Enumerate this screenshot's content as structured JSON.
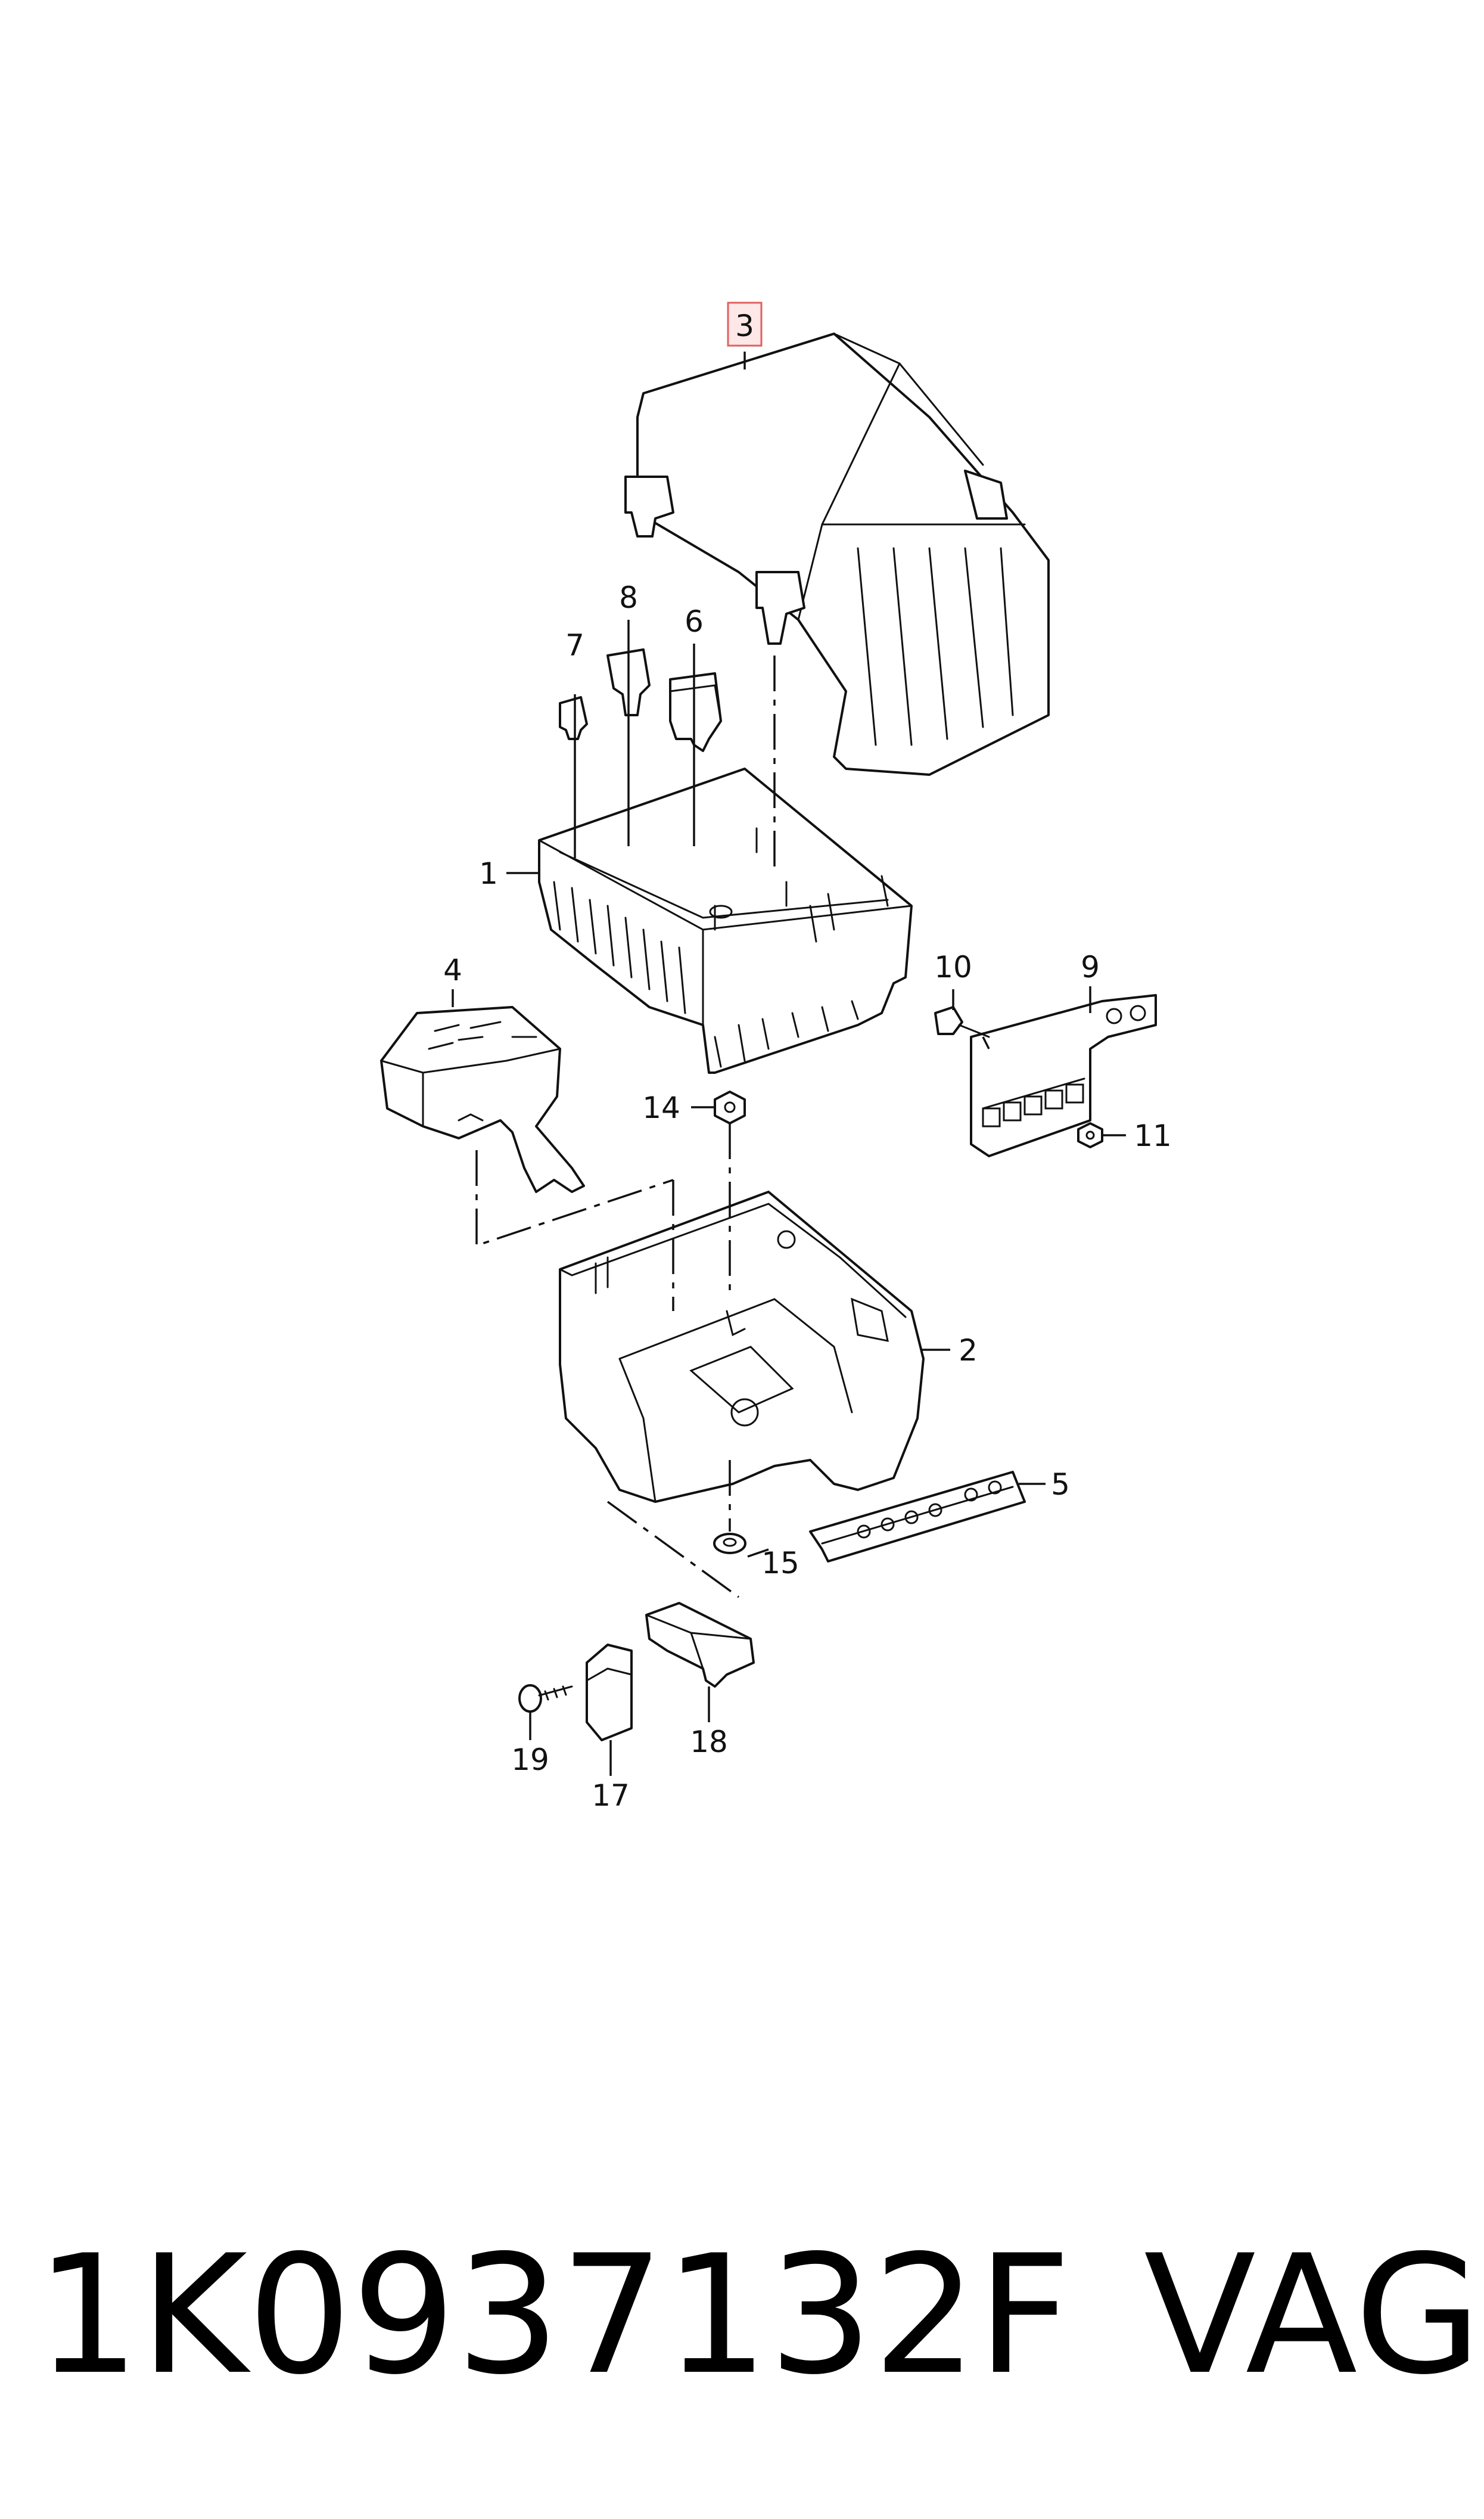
{
  "diagram": {
    "callouts": [
      {
        "id": "callout-1",
        "label": "1"
      },
      {
        "id": "callout-2",
        "label": "2"
      },
      {
        "id": "callout-3",
        "label": "3",
        "highlighted": true
      },
      {
        "id": "callout-4",
        "label": "4"
      },
      {
        "id": "callout-5",
        "label": "5"
      },
      {
        "id": "callout-6",
        "label": "6"
      },
      {
        "id": "callout-7",
        "label": "7"
      },
      {
        "id": "callout-8",
        "label": "8"
      },
      {
        "id": "callout-9",
        "label": "9"
      },
      {
        "id": "callout-10",
        "label": "10"
      },
      {
        "id": "callout-11",
        "label": "11"
      },
      {
        "id": "callout-14",
        "label": "14"
      },
      {
        "id": "callout-15",
        "label": "15"
      },
      {
        "id": "callout-17",
        "label": "17"
      },
      {
        "id": "callout-18",
        "label": "18"
      },
      {
        "id": "callout-19",
        "label": "19"
      }
    ],
    "highlight_color": "#e06060"
  },
  "footer": {
    "part_number": "1K0937132F",
    "brand": "VAG"
  }
}
